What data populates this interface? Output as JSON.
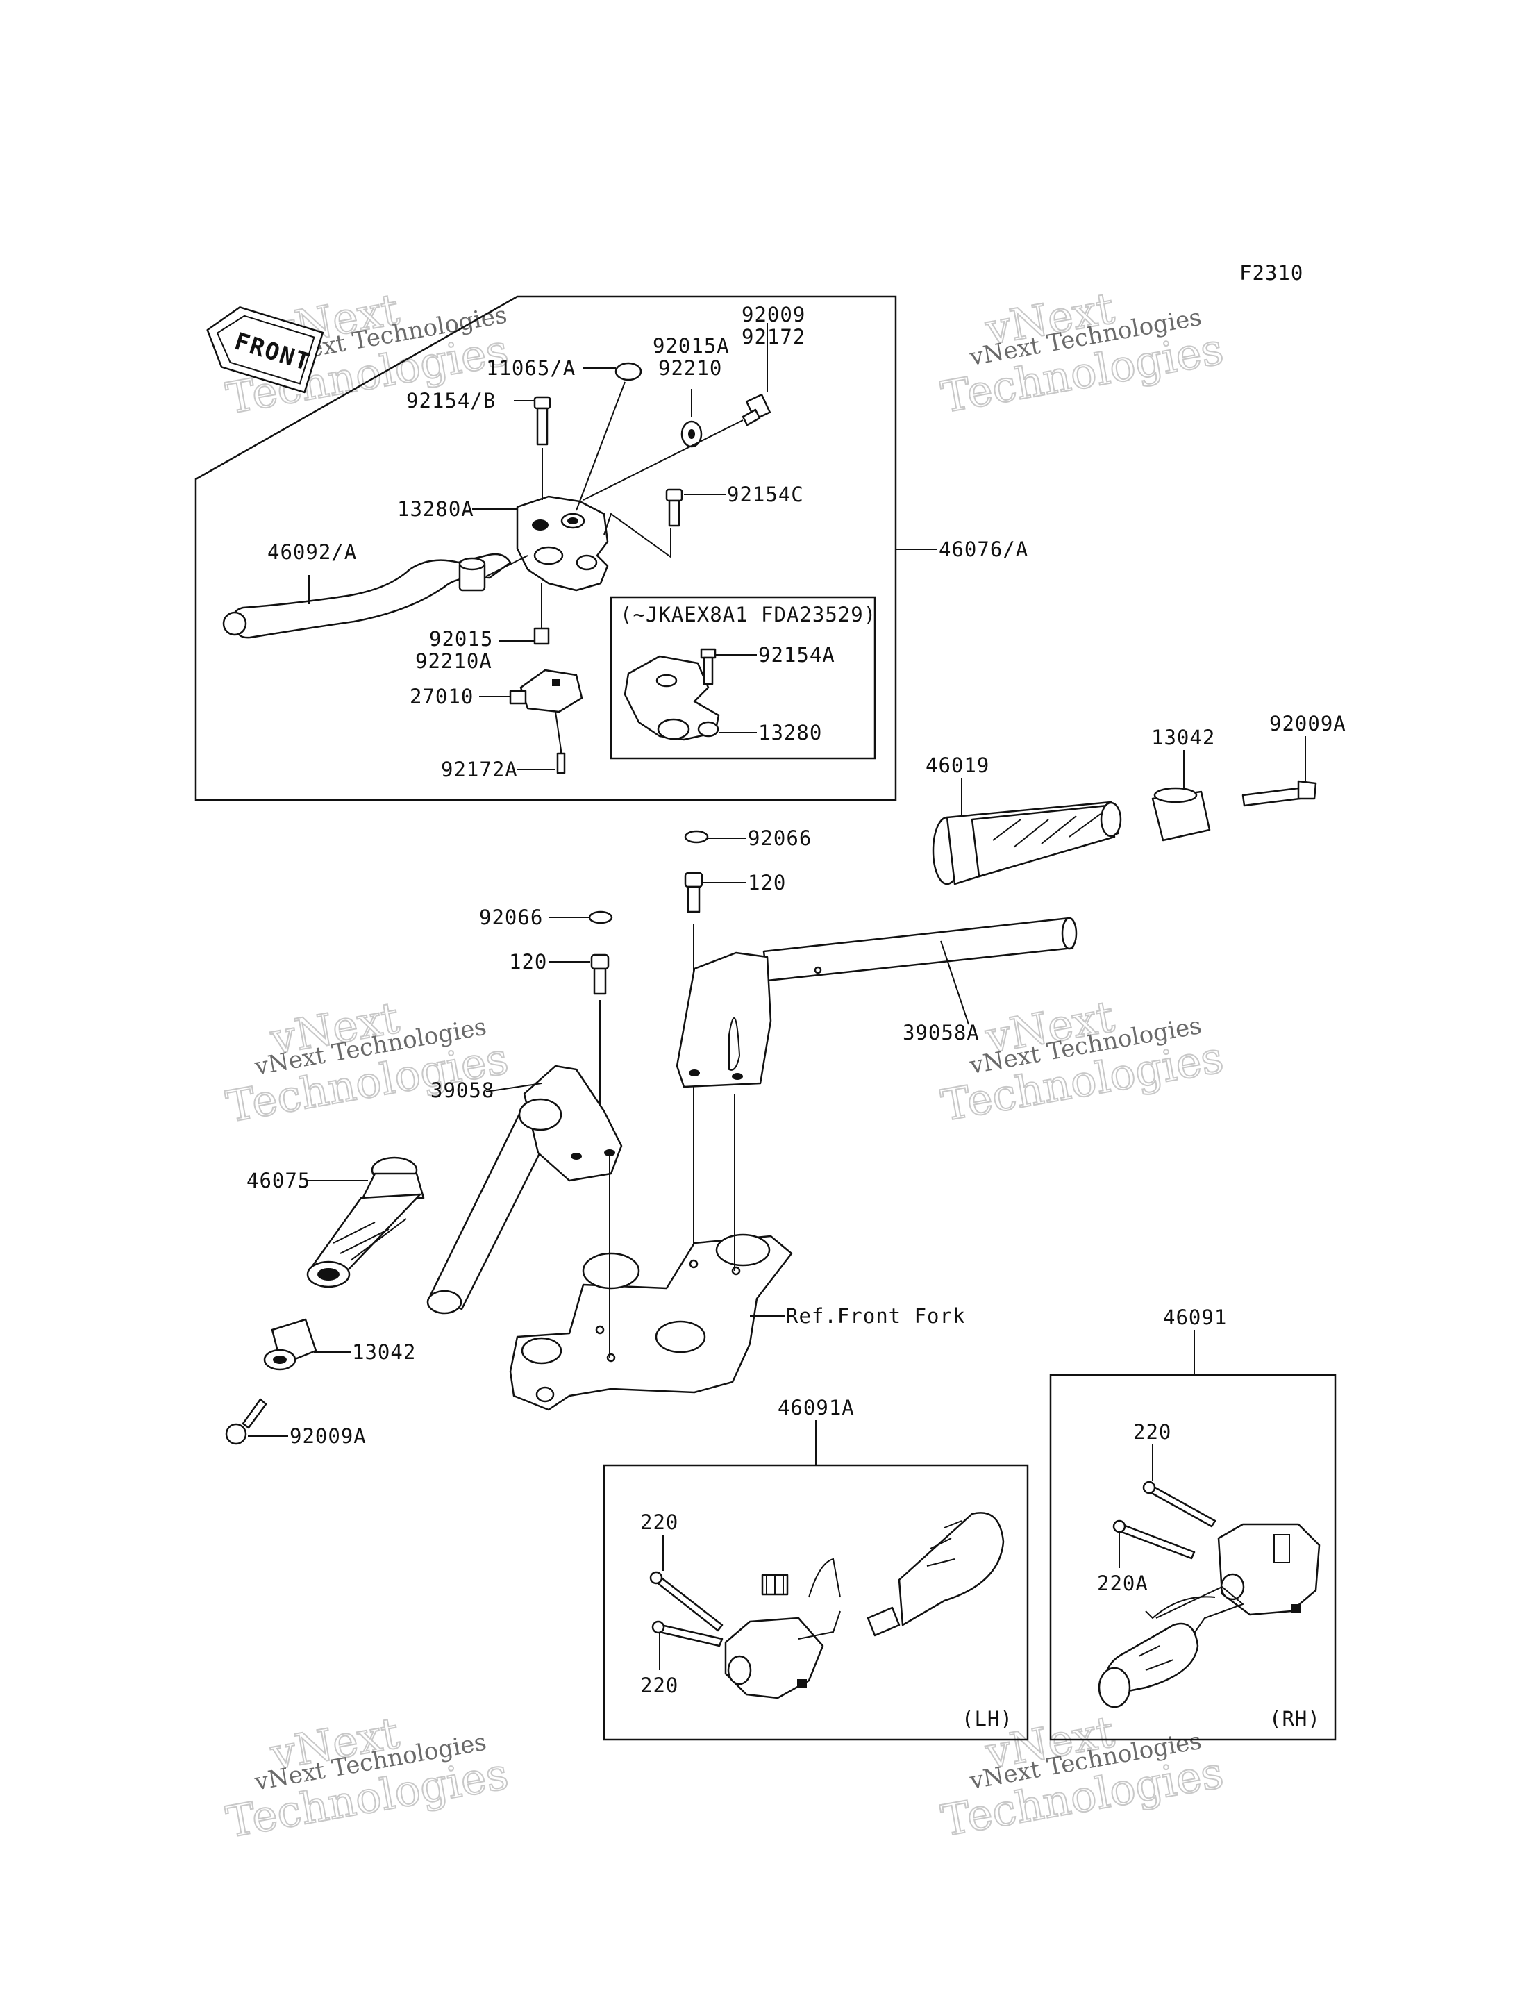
{
  "figure_code": "F2310",
  "front_arrow": "FRONT",
  "watermark": {
    "line1": "vNext Technologies",
    "line2": "Technologies",
    "line3": "vNext"
  },
  "labels": {
    "p92009": "92009",
    "p92172": "92172",
    "p92015A": "92015A",
    "p92210": "92210",
    "p11065A": "11065/A",
    "p92154B": "92154/B",
    "p92154C": "92154C",
    "p13280A": "13280A",
    "p46092A": "46092/A",
    "p46076A": "46076/A",
    "p92015": "92015",
    "p92210A": "92210A",
    "p27010": "27010",
    "p92172A": "92172A",
    "serial_range": "(~JKAEX8A1 FDA23529)",
    "p92154A": "92154A",
    "p13280": "13280",
    "p46019": "46019",
    "p13042_top": "13042",
    "p92009A_top": "92009A",
    "p92066_right": "92066",
    "p120_right": "120",
    "p92066_left": "92066",
    "p120_left": "120",
    "p39058A": "39058A",
    "p39058": "39058",
    "p46075": "46075",
    "ref_front_fork": "Ref.Front Fork",
    "p13042_bottom": "13042",
    "p92009A_bottom": "92009A",
    "p46091": "46091",
    "p46091A": "46091A",
    "p220_lh_top": "220",
    "p220_lh_bottom": "220",
    "lh": "(LH)",
    "p220_rh": "220",
    "p220A_rh": "220A",
    "rh": "(RH)"
  }
}
